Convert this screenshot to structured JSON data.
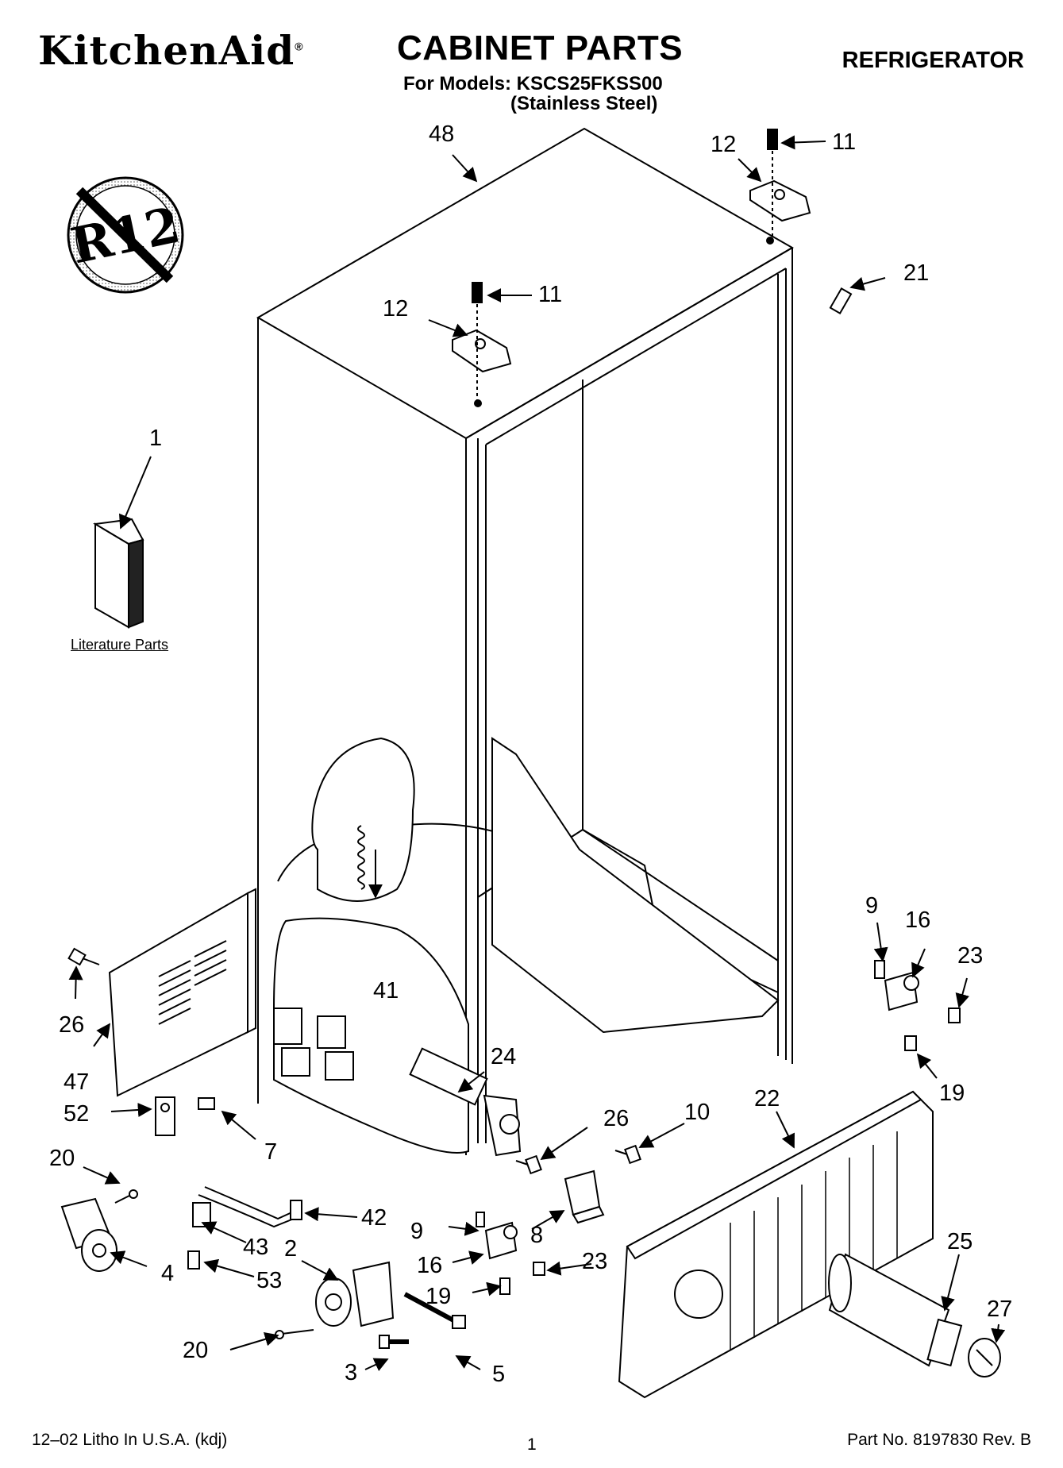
{
  "header": {
    "brand": "KitchenAid",
    "brand_mark": "®",
    "title": "CABINET PARTS",
    "models_line": "For Models: KSCS25FKSS00",
    "finish_line": "(Stainless Steel)",
    "category": "REFRIGERATOR"
  },
  "badge": {
    "text": "R12"
  },
  "literature_label": "Literature Parts",
  "callouts": {
    "c48": "48",
    "c12a": "12",
    "c11a": "11",
    "c12b": "12",
    "c11b": "11",
    "c21": "21",
    "c1": "1",
    "c9a": "9",
    "c16a": "16",
    "c23a": "23",
    "c19a": "19",
    "c26a": "26",
    "c47": "47",
    "c41": "41",
    "c24": "24",
    "c22": "22",
    "c26b": "26",
    "c10": "10",
    "c52": "52",
    "c7": "7",
    "c20a": "20",
    "c42": "42",
    "c8": "8",
    "c9b": "9",
    "c43": "43",
    "c2": "2",
    "c16b": "16",
    "c23b": "23",
    "c25": "25",
    "c4": "4",
    "c53": "53",
    "c19b": "19",
    "c27": "27",
    "c20b": "20",
    "c3": "3",
    "c5": "5"
  },
  "footer": {
    "left": "12–02 Litho In U.S.A. (kdj)",
    "page": "1",
    "right": "Part No. 8197830 Rev. B"
  }
}
